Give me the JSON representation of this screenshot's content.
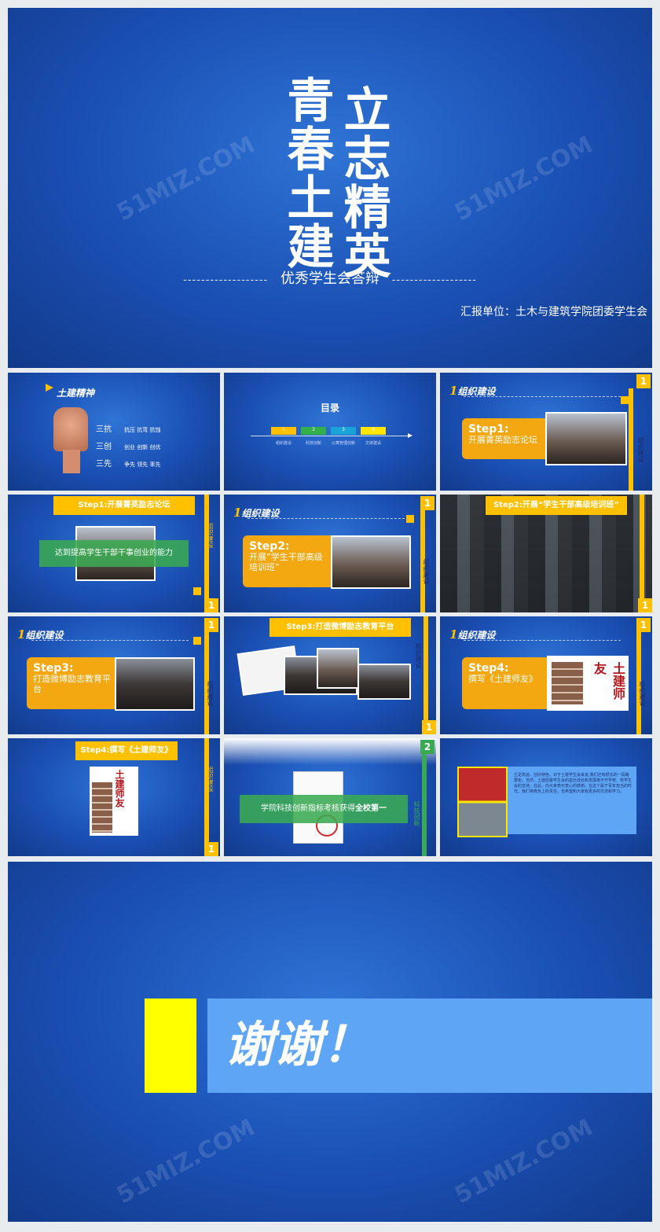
{
  "cover": {
    "title_right": "立志精英",
    "title_left": "青春土建",
    "dashes": "-------------------",
    "subtitle": "优秀学生会答辩",
    "report_unit": "汇报单位：土木与建筑学院团委学生会",
    "watermark": "51MIZ.COM"
  },
  "slide_spirit": {
    "heading": "土建精神",
    "rows": [
      {
        "key": "三抗",
        "value": "抗压 抗弯 抗蚀"
      },
      {
        "key": "三创",
        "value": "创业 创新 创优"
      },
      {
        "key": "三先",
        "value": "争先 领先 率先"
      }
    ]
  },
  "slide_toc": {
    "heading": "目录",
    "items": [
      {
        "num": "1",
        "label": "组织建设",
        "color": "#ffc000"
      },
      {
        "num": "2",
        "label": "科技创新",
        "color": "#33b04a"
      },
      {
        "num": "3",
        "label": "公寓管理创新",
        "color": "#1aa3d8"
      },
      {
        "num": "4",
        "label": "文体建设",
        "color": "#ffe600"
      }
    ]
  },
  "section_header": "组织建设",
  "section_num": "1",
  "section2_num": "2",
  "side_label_org": "组织建设",
  "side_label_tech": "科技创新",
  "step1": {
    "step": "Step1:",
    "text": "开展菁英励志论坛"
  },
  "step1_banner": "Step1:开展菁英励志论坛",
  "step1_green": "达到提高学生干部干事创业的能力",
  "step2": {
    "step": "Step2:",
    "text": "开展”学生干部高级培训班”"
  },
  "step2_banner": "Step2:开展“学生干部高级培训班”",
  "step3": {
    "step": "Step3:",
    "text": "打造微博励志教育平台"
  },
  "step3_banner": "Step3:打造微博励志教育平台",
  "step4": {
    "step": "Step4:",
    "text": "撰写《土建师友》"
  },
  "step4_banner": "Step4:撰写《土建师友》",
  "book_title": "土建师友",
  "tech_green": {
    "prefix": "学院科技创新指标考核获得",
    "bold": "全校第一"
  },
  "last_thumb_text": "立足高远、创办特色。对于土建学生会来说,我们还有很长的一段路要走。当然，土建团委学生会的茁壮成长和发展离不开学校、校学生会的支持，在此，向大家表示衷心的感谢。在这个属于青年担当的时代，我们将肩负上的责任，也希望和大家有更多的交流和学习。",
  "thanks": "谢谢！",
  "colors": {
    "yellow": "#ffc000",
    "bright_yellow": "#ffff00",
    "light_blue": "#5ea5f5",
    "green": "#3aaa52"
  }
}
